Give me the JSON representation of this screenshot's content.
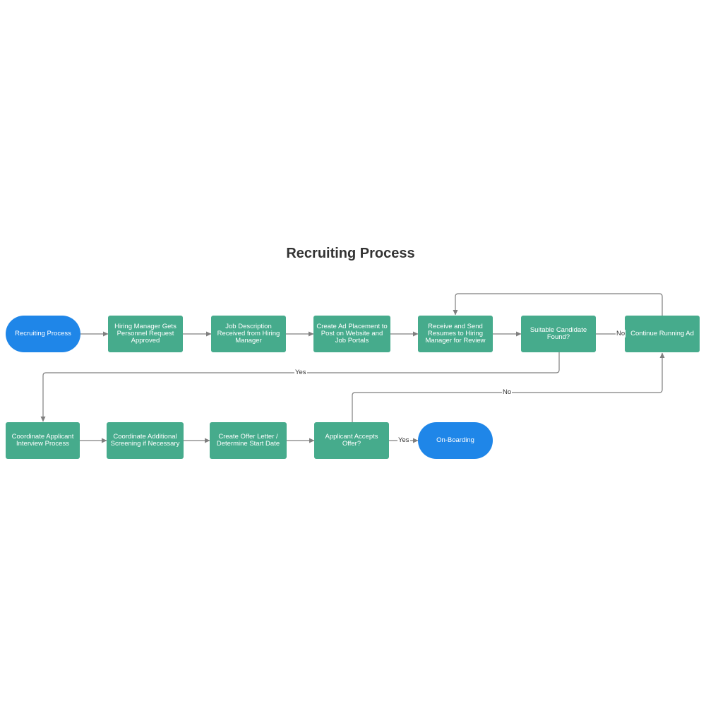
{
  "title": "Recruiting Process",
  "colors": {
    "process": "#46ab8c",
    "terminal": "#1f86e8",
    "connector": "#7f7f7f"
  },
  "nodes": {
    "start": "Recruiting Process",
    "approval": "Hiring Manager Gets Personnel Request Approved",
    "job_description": "Job Description Received from Hiring Manager",
    "ad_placement": "Create Ad Placement to Post on Website and Job Portals",
    "send_resumes": "Receive and Send Resumes to Hiring Manager for Review",
    "candidate_found": "Suitable Candidate Found?",
    "continue_ad": "Continue Running Ad",
    "interview": "Coordinate Applicant Interview Process",
    "screening": "Coordinate Additional Screening if Necessary",
    "offer_letter": "Create Offer Letter / Determine Start Date",
    "accepts_offer": "Applicant Accepts Offer?",
    "onboarding": "On-Boarding"
  },
  "edge_labels": {
    "candidate_no": "No",
    "candidate_yes": "Yes",
    "offer_no": "No",
    "offer_yes": "Yes"
  }
}
